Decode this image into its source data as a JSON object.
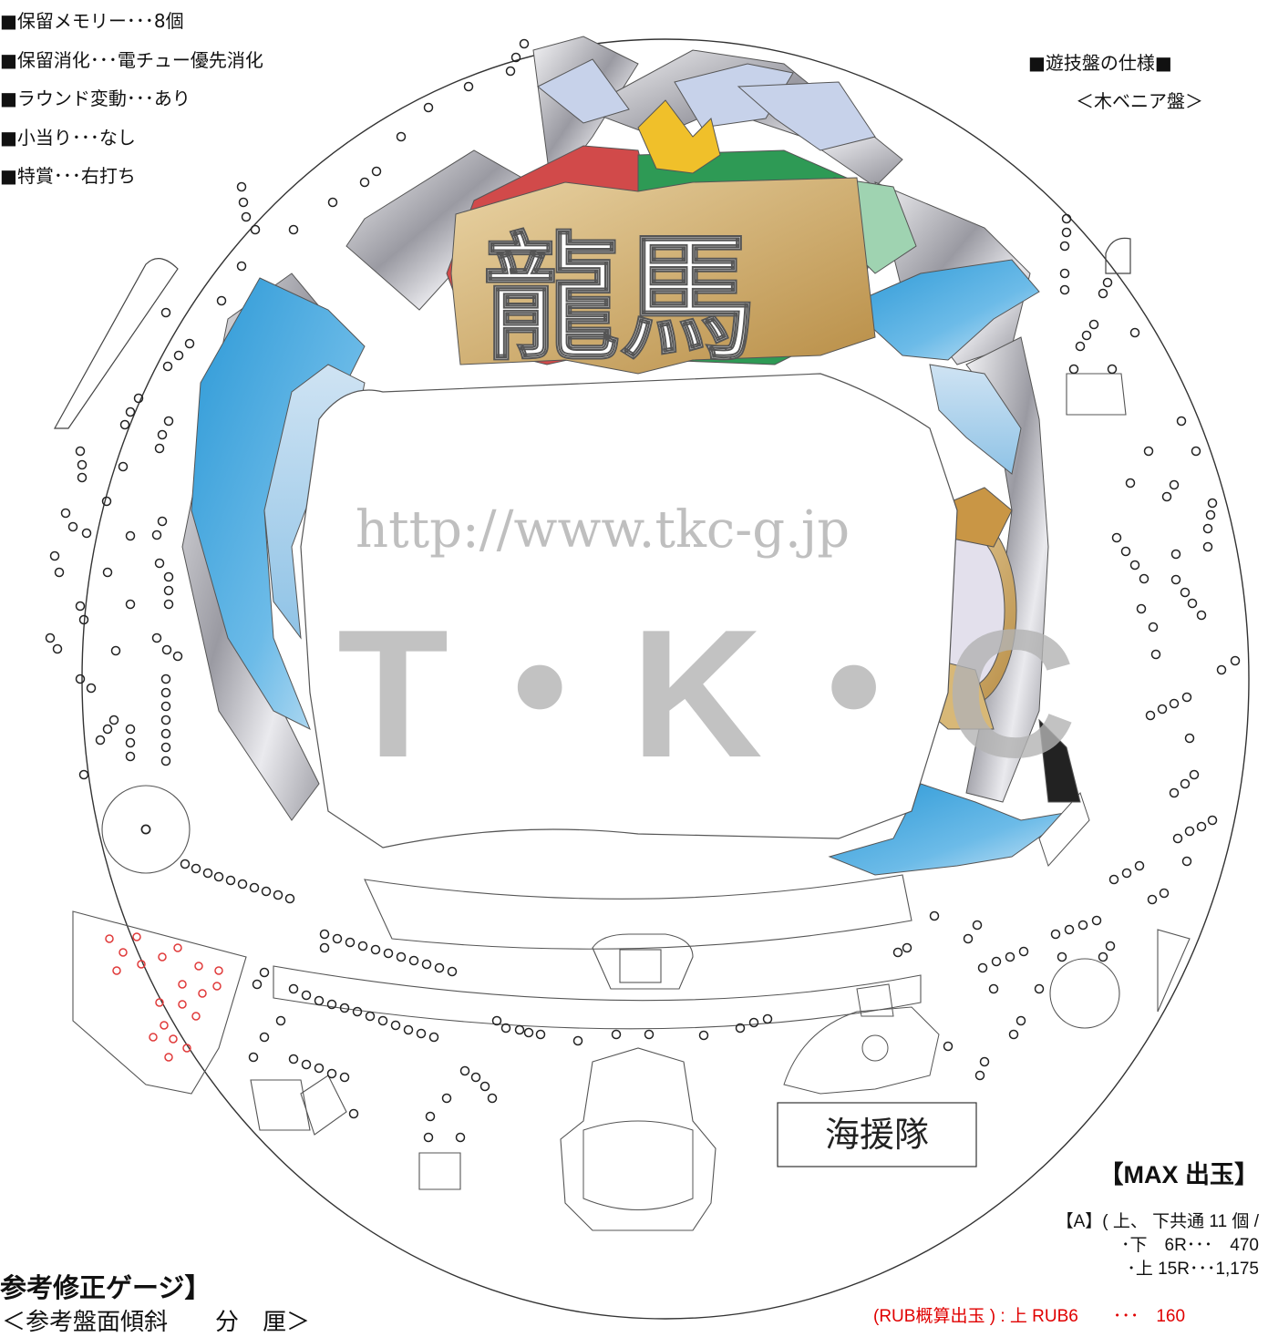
{
  "specs": [
    "■保留メモリー･･･8個",
    "■保留消化･･･電チュー優先消化",
    "■ラウンド変動･･･あり",
    "■小当り･･･なし",
    "■特賞･･･右打ち"
  ],
  "board_spec": {
    "title": "■遊技盤の仕様■",
    "type": "＜木ベニア盤＞"
  },
  "watermark": {
    "url": "http://www.tkc-g.jp",
    "brand": "T・K・C"
  },
  "logo_text": "龍馬",
  "kaientai_label": "海援隊",
  "max_payout": {
    "title": "【MAX 出玉】",
    "line_a": "【A】( 上、 下共通 11 個 /",
    "line_lower": "･下　6R･･･　470",
    "line_upper": "･上 15R･･･1,175"
  },
  "rub_line": "(RUB概算出玉 ) : 上 RUB6　　･･･　160",
  "gauge_title": "参考修正ゲージ】",
  "gauge_sub": "＜参考盤面傾斜　　分　厘＞",
  "colors": {
    "water_blue": "#3ba6df",
    "light_blue": "#bcd8ee",
    "silver": "#b9b9bf",
    "gold": "#d8b877",
    "red": "#d14a4a",
    "green": "#2e9a55",
    "red_pins": "#e03a3a"
  }
}
